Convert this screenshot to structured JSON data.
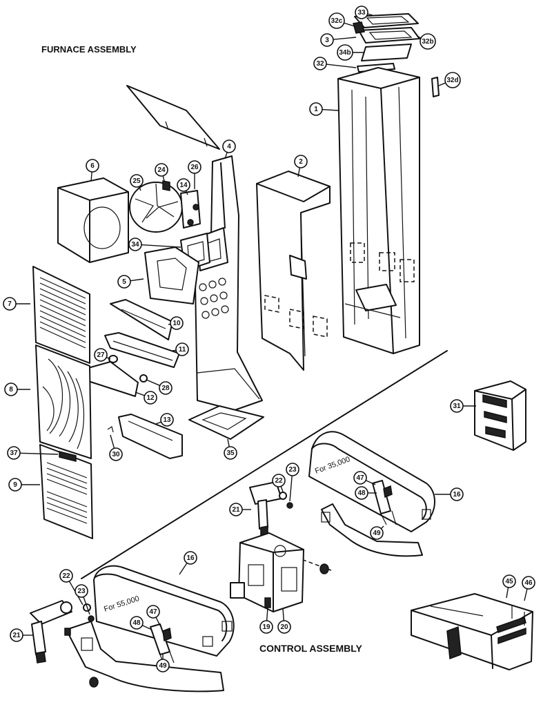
{
  "titles": {
    "furnace_assembly": "FURNACE ASSEMBLY",
    "control_assembly": "CONTROL ASSEMBLY"
  },
  "notes": {
    "for_35000": "For 35,000",
    "for_55000": "For 55,000"
  },
  "callouts": [
    {
      "id": "c33",
      "label": "33"
    },
    {
      "id": "c32c",
      "label": "32c"
    },
    {
      "id": "c3",
      "label": "3"
    },
    {
      "id": "c32b",
      "label": "32b"
    },
    {
      "id": "c34b",
      "label": "34b"
    },
    {
      "id": "c32",
      "label": "32"
    },
    {
      "id": "c32d",
      "label": "32d"
    },
    {
      "id": "c1",
      "label": "1"
    },
    {
      "id": "c4",
      "label": "4"
    },
    {
      "id": "c2",
      "label": "2"
    },
    {
      "id": "c6",
      "label": "6"
    },
    {
      "id": "c24",
      "label": "24"
    },
    {
      "id": "c26",
      "label": "26"
    },
    {
      "id": "c25",
      "label": "25"
    },
    {
      "id": "c14",
      "label": "14"
    },
    {
      "id": "c34",
      "label": "34"
    },
    {
      "id": "c5",
      "label": "5"
    },
    {
      "id": "c7",
      "label": "7"
    },
    {
      "id": "c10",
      "label": "10"
    },
    {
      "id": "c11",
      "label": "11"
    },
    {
      "id": "c27",
      "label": "27"
    },
    {
      "id": "c28",
      "label": "28"
    },
    {
      "id": "c12",
      "label": "12"
    },
    {
      "id": "c8",
      "label": "8"
    },
    {
      "id": "c13",
      "label": "13"
    },
    {
      "id": "c30",
      "label": "30"
    },
    {
      "id": "c35",
      "label": "35"
    },
    {
      "id": "c37",
      "label": "37"
    },
    {
      "id": "c9",
      "label": "9"
    },
    {
      "id": "c31",
      "label": "31"
    },
    {
      "id": "c23a",
      "label": "23"
    },
    {
      "id": "c22a",
      "label": "22"
    },
    {
      "id": "c47a",
      "label": "47"
    },
    {
      "id": "c48a",
      "label": "48"
    },
    {
      "id": "c16a",
      "label": "16"
    },
    {
      "id": "c21a",
      "label": "21"
    },
    {
      "id": "c49a",
      "label": "49"
    },
    {
      "id": "c22b",
      "label": "22"
    },
    {
      "id": "c16b",
      "label": "16"
    },
    {
      "id": "c23b",
      "label": "23"
    },
    {
      "id": "c47b",
      "label": "47"
    },
    {
      "id": "c48b",
      "label": "48"
    },
    {
      "id": "c21b",
      "label": "21"
    },
    {
      "id": "c49b",
      "label": "49"
    },
    {
      "id": "c19",
      "label": "19"
    },
    {
      "id": "c20",
      "label": "20"
    },
    {
      "id": "c45",
      "label": "45"
    },
    {
      "id": "c46",
      "label": "46"
    }
  ]
}
